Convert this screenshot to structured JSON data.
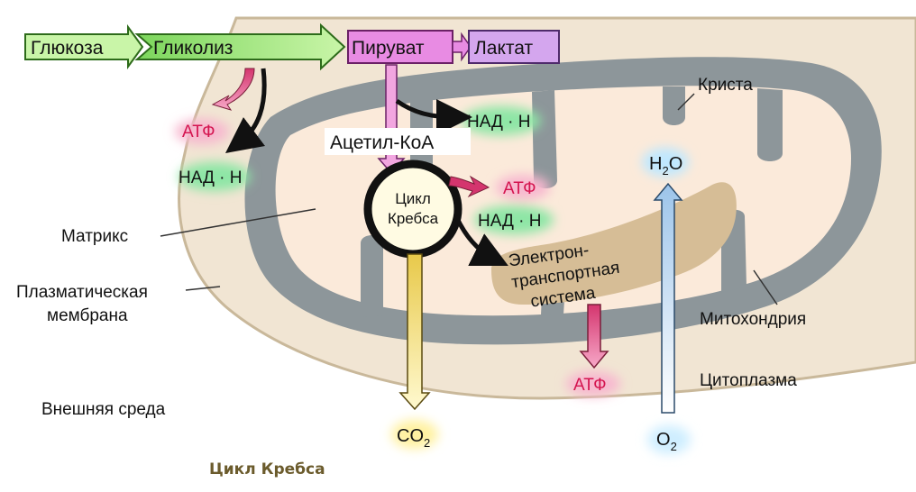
{
  "pathway": {
    "glucose": "Глюкоза",
    "glycolysis": "Гликолиз",
    "pyruvate": "Пируват",
    "lactate": "Лактат",
    "acetyl_coa": "Ацетил-КоА",
    "krebs_line1": "Цикл",
    "krebs_line2": "Кребса"
  },
  "products": {
    "atp": "АТФ",
    "nadh": "НАД · Н",
    "h2o_main": "H",
    "h2o_sub": "2",
    "h2o_tail": "O",
    "co2_main": "CO",
    "co2_sub": "2",
    "o2_main": "O",
    "o2_sub": "2"
  },
  "labels": {
    "crista": "Криста",
    "matrix": "Матрикс",
    "plasma_membrane_1": "Плазматическая",
    "plasma_membrane_2": "мембрана",
    "etc_1": "Электрон-",
    "etc_2": "транспортная",
    "etc_3": "система",
    "mitochondrion": "Митохондрия",
    "cytoplasm": "Цитоплазма",
    "external": "Внешняя среда"
  },
  "caption": "Цикл Кребса",
  "colors": {
    "cytoplasm": "#f1e5d3",
    "matrix": "#fbeada",
    "membrane": "#8d969a",
    "etc_box": "#d6bd96",
    "glucose_arrow": "#a6e58b",
    "pyruvate_box": "#e88be3",
    "lactate_box": "#d4a6ee",
    "atp_glow": "#f7b7cf",
    "nadh_glow": "#8ee6a6",
    "caption": "#6b5b2c"
  }
}
